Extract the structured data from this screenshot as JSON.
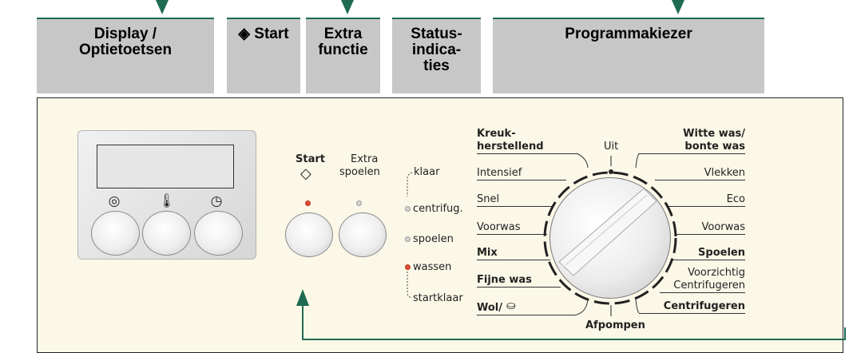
{
  "headers": [
    {
      "id": "display",
      "label": "Display / Optietoetsen"
    },
    {
      "id": "start",
      "label": "◈ Start"
    },
    {
      "id": "extra",
      "label": "Extra functie"
    },
    {
      "id": "status",
      "label": "Status-indica-ties"
    },
    {
      "id": "programma",
      "label": "Programmakiezer"
    }
  ],
  "display_icons": [
    "spin-icon",
    "thermometer-icon",
    "clock-icon"
  ],
  "start": {
    "label": "Start",
    "symbol": "◇"
  },
  "extra": {
    "label_line1": "Extra",
    "label_line2": "spoelen"
  },
  "status": {
    "items": [
      "klaar",
      "centrifug.",
      "spoelen",
      "wassen",
      "startklaar"
    ],
    "active": "wassen"
  },
  "dial": {
    "top_label": "Uit",
    "bottom_label": "Afpompen",
    "left": [
      {
        "label": "Kreuk-",
        "label2": "herstellend",
        "bold": true
      },
      {
        "label": "Intensief",
        "bold": false
      },
      {
        "label": "Snel",
        "bold": false
      },
      {
        "label": "Voorwas",
        "bold": false
      },
      {
        "label": "Mix",
        "bold": true
      },
      {
        "label": "Fijne was",
        "bold": true
      },
      {
        "label": "Wol/",
        "bold": true
      }
    ],
    "right": [
      {
        "label": "Witte was/",
        "label2": "bonte was",
        "bold": true
      },
      {
        "label": "Vlekken",
        "bold": false
      },
      {
        "label": "Eco",
        "bold": false
      },
      {
        "label": "Voorwas",
        "bold": false
      },
      {
        "label": "Spoelen",
        "bold": true
      },
      {
        "label": "Voorzichtig",
        "label2": "Centrifugeren",
        "bold": false
      },
      {
        "label": "Centrifugeren",
        "bold": true
      }
    ]
  },
  "colors": {
    "accent": "#1e6b52",
    "panel": "#fbf8e8",
    "header": "#c7c7c7",
    "led_active": "#e85030"
  }
}
